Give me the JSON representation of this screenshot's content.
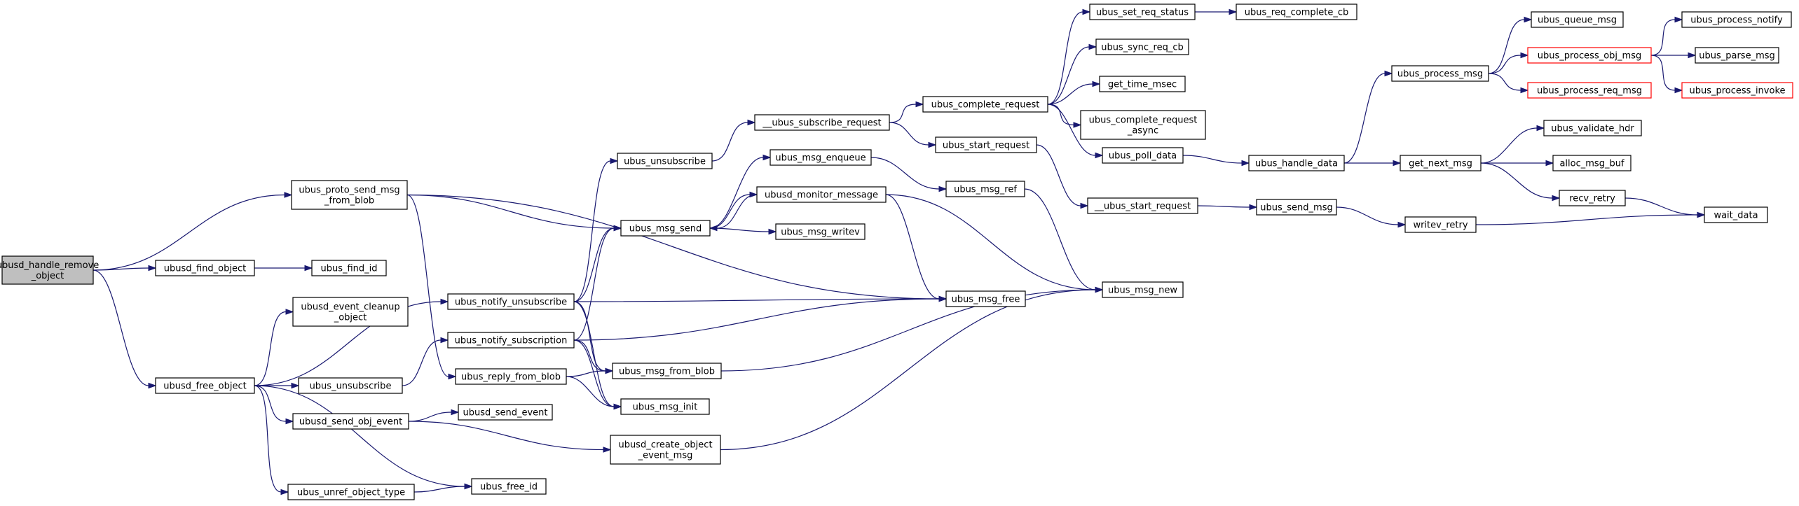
{
  "graph": {
    "colors": {
      "edge": "#191970",
      "root_fill": "#bfbfbf",
      "node_border": "#000000",
      "truncated_border": "#ff0000"
    },
    "nodes": [
      {
        "id": "ubusd_handle_remove_object",
        "lines": [
          "ubusd_handle_remove",
          "_object"
        ],
        "root": true
      },
      {
        "id": "ubus_proto_send_msg_from_blob",
        "lines": [
          "ubus_proto_send_msg",
          "_from_blob"
        ]
      },
      {
        "id": "ubusd_find_object",
        "lines": [
          "ubusd_find_object"
        ]
      },
      {
        "id": "ubus_find_id",
        "lines": [
          "ubus_find_id"
        ]
      },
      {
        "id": "ubusd_free_object",
        "lines": [
          "ubusd_free_object"
        ]
      },
      {
        "id": "ubusd_event_cleanup_object",
        "lines": [
          "ubusd_event_cleanup",
          "_object"
        ]
      },
      {
        "id": "ubus_notify_unsubscribe",
        "lines": [
          "ubus_notify_unsubscribe"
        ]
      },
      {
        "id": "ubus_notify_subscription",
        "lines": [
          "ubus_notify_subscription"
        ]
      },
      {
        "id": "ubus_reply_from_blob",
        "lines": [
          "ubus_reply_from_blob"
        ]
      },
      {
        "id": "ubus_unsubscribe_l",
        "lines": [
          "ubus_unsubscribe"
        ]
      },
      {
        "id": "ubusd_send_obj_event",
        "lines": [
          "ubusd_send_obj_event"
        ]
      },
      {
        "id": "ubusd_send_event",
        "lines": [
          "ubusd_send_event"
        ]
      },
      {
        "id": "ubus_unref_object_type",
        "lines": [
          "ubus_unref_object_type"
        ]
      },
      {
        "id": "ubus_free_id",
        "lines": [
          "ubus_free_id"
        ]
      },
      {
        "id": "ubus_unsubscribe_t",
        "lines": [
          "ubus_unsubscribe"
        ]
      },
      {
        "id": "ubus_msg_send",
        "lines": [
          "ubus_msg_send"
        ]
      },
      {
        "id": "__ubus_subscribe_request",
        "lines": [
          "__ubus_subscribe_request"
        ]
      },
      {
        "id": "ubus_msg_enqueue",
        "lines": [
          "ubus_msg_enqueue"
        ]
      },
      {
        "id": "ubusd_monitor_message",
        "lines": [
          "ubusd_monitor_message"
        ]
      },
      {
        "id": "ubus_msg_writev",
        "lines": [
          "ubus_msg_writev"
        ]
      },
      {
        "id": "ubus_msg_from_blob",
        "lines": [
          "ubus_msg_from_blob"
        ]
      },
      {
        "id": "ubus_msg_init",
        "lines": [
          "ubus_msg_init"
        ]
      },
      {
        "id": "ubusd_create_object_event_msg",
        "lines": [
          "ubusd_create_object",
          "_event_msg"
        ]
      },
      {
        "id": "ubus_msg_ref",
        "lines": [
          "ubus_msg_ref"
        ]
      },
      {
        "id": "ubus_msg_free",
        "lines": [
          "ubus_msg_free"
        ]
      },
      {
        "id": "ubus_start_request",
        "lines": [
          "ubus_start_request"
        ]
      },
      {
        "id": "ubus_complete_request",
        "lines": [
          "ubus_complete_request"
        ]
      },
      {
        "id": "ubus_set_req_status",
        "lines": [
          "ubus_set_req_status"
        ]
      },
      {
        "id": "ubus_req_complete_cb",
        "lines": [
          "ubus_req_complete_cb"
        ]
      },
      {
        "id": "ubus_sync_req_cb",
        "lines": [
          "ubus_sync_req_cb"
        ]
      },
      {
        "id": "get_time_msec",
        "lines": [
          "get_time_msec"
        ]
      },
      {
        "id": "ubus_complete_request_async",
        "lines": [
          "ubus_complete_request",
          "_async"
        ]
      },
      {
        "id": "ubus_poll_data",
        "lines": [
          "ubus_poll_data"
        ]
      },
      {
        "id": "__ubus_start_request",
        "lines": [
          "__ubus_start_request"
        ]
      },
      {
        "id": "ubus_msg_new",
        "lines": [
          "ubus_msg_new"
        ]
      },
      {
        "id": "ubus_handle_data",
        "lines": [
          "ubus_handle_data"
        ]
      },
      {
        "id": "ubus_send_msg",
        "lines": [
          "ubus_send_msg"
        ]
      },
      {
        "id": "writev_retry",
        "lines": [
          "writev_retry"
        ]
      },
      {
        "id": "ubus_process_msg",
        "lines": [
          "ubus_process_msg"
        ]
      },
      {
        "id": "get_next_msg",
        "lines": [
          "get_next_msg"
        ]
      },
      {
        "id": "ubus_queue_msg",
        "lines": [
          "ubus_queue_msg"
        ]
      },
      {
        "id": "ubus_process_obj_msg",
        "lines": [
          "ubus_process_obj_msg"
        ],
        "truncated": true
      },
      {
        "id": "ubus_process_req_msg",
        "lines": [
          "ubus_process_req_msg"
        ],
        "truncated": true
      },
      {
        "id": "ubus_process_notify",
        "lines": [
          "ubus_process_notify"
        ]
      },
      {
        "id": "ubus_parse_msg",
        "lines": [
          "ubus_parse_msg"
        ]
      },
      {
        "id": "ubus_process_invoke",
        "lines": [
          "ubus_process_invoke"
        ],
        "truncated": true
      },
      {
        "id": "ubus_validate_hdr",
        "lines": [
          "ubus_validate_hdr"
        ]
      },
      {
        "id": "alloc_msg_buf",
        "lines": [
          "alloc_msg_buf"
        ]
      },
      {
        "id": "recv_retry",
        "lines": [
          "recv_retry"
        ]
      },
      {
        "id": "wait_data",
        "lines": [
          "wait_data"
        ]
      }
    ],
    "edges": [
      [
        "ubusd_handle_remove_object",
        "ubus_proto_send_msg_from_blob"
      ],
      [
        "ubusd_handle_remove_object",
        "ubusd_find_object"
      ],
      [
        "ubusd_handle_remove_object",
        "ubusd_free_object"
      ],
      [
        "ubusd_find_object",
        "ubus_find_id"
      ],
      [
        "ubus_proto_send_msg_from_blob",
        "ubus_msg_send"
      ],
      [
        "ubus_proto_send_msg_from_blob",
        "ubus_msg_free"
      ],
      [
        "ubus_proto_send_msg_from_blob",
        "ubus_reply_from_blob"
      ],
      [
        "ubusd_free_object",
        "ubusd_event_cleanup_object"
      ],
      [
        "ubusd_free_object",
        "ubus_notify_unsubscribe"
      ],
      [
        "ubusd_free_object",
        "ubus_unsubscribe_l"
      ],
      [
        "ubusd_free_object",
        "ubusd_send_obj_event"
      ],
      [
        "ubusd_free_object",
        "ubus_unref_object_type"
      ],
      [
        "ubusd_free_object",
        "ubus_free_id"
      ],
      [
        "ubus_unsubscribe_l",
        "ubus_notify_subscription"
      ],
      [
        "ubusd_send_obj_event",
        "ubusd_send_event"
      ],
      [
        "ubusd_send_obj_event",
        "ubusd_create_object_event_msg"
      ],
      [
        "ubus_unref_object_type",
        "ubus_free_id"
      ],
      [
        "ubus_notify_unsubscribe",
        "ubus_unsubscribe_t"
      ],
      [
        "ubus_notify_unsubscribe",
        "ubus_msg_send"
      ],
      [
        "ubus_notify_unsubscribe",
        "ubus_msg_free"
      ],
      [
        "ubus_notify_unsubscribe",
        "ubus_msg_from_blob"
      ],
      [
        "ubus_notify_unsubscribe",
        "ubus_msg_init"
      ],
      [
        "ubus_notify_subscription",
        "ubus_msg_send"
      ],
      [
        "ubus_notify_subscription",
        "ubus_msg_free"
      ],
      [
        "ubus_notify_subscription",
        "ubus_msg_from_blob"
      ],
      [
        "ubus_notify_subscription",
        "ubus_msg_init"
      ],
      [
        "ubus_reply_from_blob",
        "ubus_msg_from_blob"
      ],
      [
        "ubus_reply_from_blob",
        "ubus_msg_init"
      ],
      [
        "ubus_unsubscribe_t",
        "__ubus_subscribe_request"
      ],
      [
        "ubus_msg_send",
        "ubus_msg_enqueue"
      ],
      [
        "ubus_msg_send",
        "ubusd_monitor_message"
      ],
      [
        "ubus_msg_send",
        "ubus_msg_writev"
      ],
      [
        "ubusd_monitor_message",
        "ubus_msg_send"
      ],
      [
        "ubusd_monitor_message",
        "ubus_msg_free"
      ],
      [
        "ubusd_monitor_message",
        "ubus_msg_new"
      ],
      [
        "ubus_msg_enqueue",
        "ubus_msg_ref"
      ],
      [
        "ubus_msg_ref",
        "ubus_msg_new"
      ],
      [
        "ubus_msg_from_blob",
        "ubus_msg_new"
      ],
      [
        "ubusd_create_object_event_msg",
        "ubus_msg_new"
      ],
      [
        "__ubus_subscribe_request",
        "ubus_complete_request"
      ],
      [
        "__ubus_subscribe_request",
        "ubus_start_request"
      ],
      [
        "ubus_start_request",
        "__ubus_start_request"
      ],
      [
        "ubus_complete_request",
        "ubus_set_req_status"
      ],
      [
        "ubus_complete_request",
        "ubus_sync_req_cb"
      ],
      [
        "ubus_complete_request",
        "get_time_msec"
      ],
      [
        "ubus_complete_request",
        "ubus_complete_request_async"
      ],
      [
        "ubus_complete_request",
        "ubus_poll_data"
      ],
      [
        "ubus_set_req_status",
        "ubus_req_complete_cb"
      ],
      [
        "ubus_poll_data",
        "ubus_handle_data"
      ],
      [
        "__ubus_start_request",
        "ubus_send_msg"
      ],
      [
        "ubus_send_msg",
        "writev_retry"
      ],
      [
        "ubus_handle_data",
        "ubus_process_msg"
      ],
      [
        "ubus_handle_data",
        "get_next_msg"
      ],
      [
        "ubus_process_msg",
        "ubus_queue_msg"
      ],
      [
        "ubus_process_msg",
        "ubus_process_obj_msg"
      ],
      [
        "ubus_process_msg",
        "ubus_process_req_msg"
      ],
      [
        "ubus_process_obj_msg",
        "ubus_process_notify"
      ],
      [
        "ubus_process_obj_msg",
        "ubus_parse_msg"
      ],
      [
        "ubus_process_obj_msg",
        "ubus_process_invoke"
      ],
      [
        "get_next_msg",
        "ubus_validate_hdr"
      ],
      [
        "get_next_msg",
        "alloc_msg_buf"
      ],
      [
        "get_next_msg",
        "recv_retry"
      ],
      [
        "recv_retry",
        "wait_data"
      ],
      [
        "writev_retry",
        "wait_data"
      ]
    ]
  }
}
